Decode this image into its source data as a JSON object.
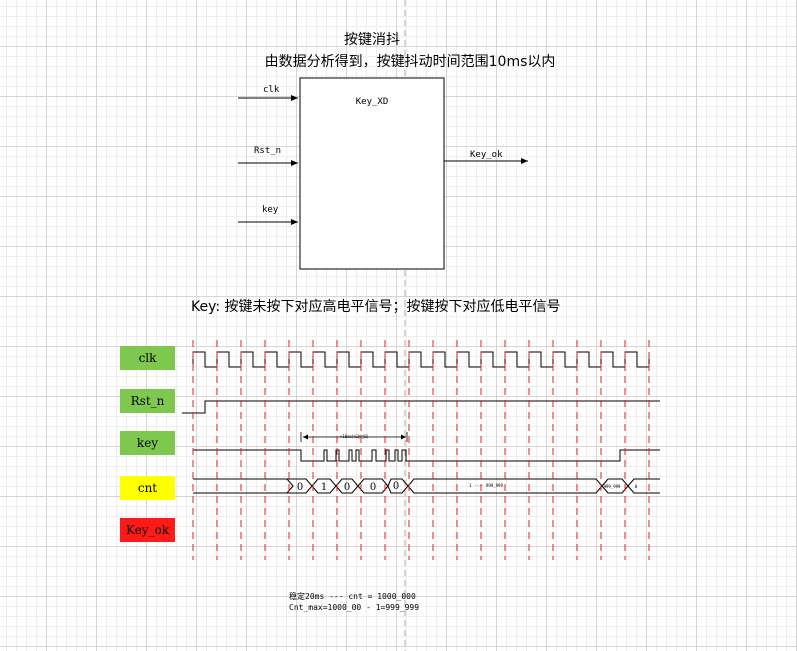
{
  "title": "按键消抖",
  "subtitle": "由数据分析得到，按键抖动时间范围10ms以内",
  "module": {
    "name": "Key_XD",
    "inputs": [
      "clk",
      "Rst_n",
      "key"
    ],
    "output": "Key_ok"
  },
  "key_note": "Key: 按键未按下对应高电平信号；按键按下对应低电平信号",
  "jitter_label": "<10ms抖动时间",
  "signals": [
    {
      "name": "clk",
      "color": "#7ec850"
    },
    {
      "name": "Rst_n",
      "color": "#7ec850"
    },
    {
      "name": "key",
      "color": "#7ec850"
    },
    {
      "name": "cnt",
      "color": "#ffff00"
    },
    {
      "name": "Key_ok",
      "color": "#ff1a1a"
    }
  ],
  "cnt_values": [
    "0",
    "1",
    "0",
    "0",
    "0"
  ],
  "cnt_ranges": {
    "main": "1 ---- 999_999",
    "end_left": "999_999",
    "end_right": "0"
  },
  "notes": [
    "稳定20ms --- cnt  =  1000_000",
    "Cnt_max=1000_00  -  1=999_999"
  ]
}
